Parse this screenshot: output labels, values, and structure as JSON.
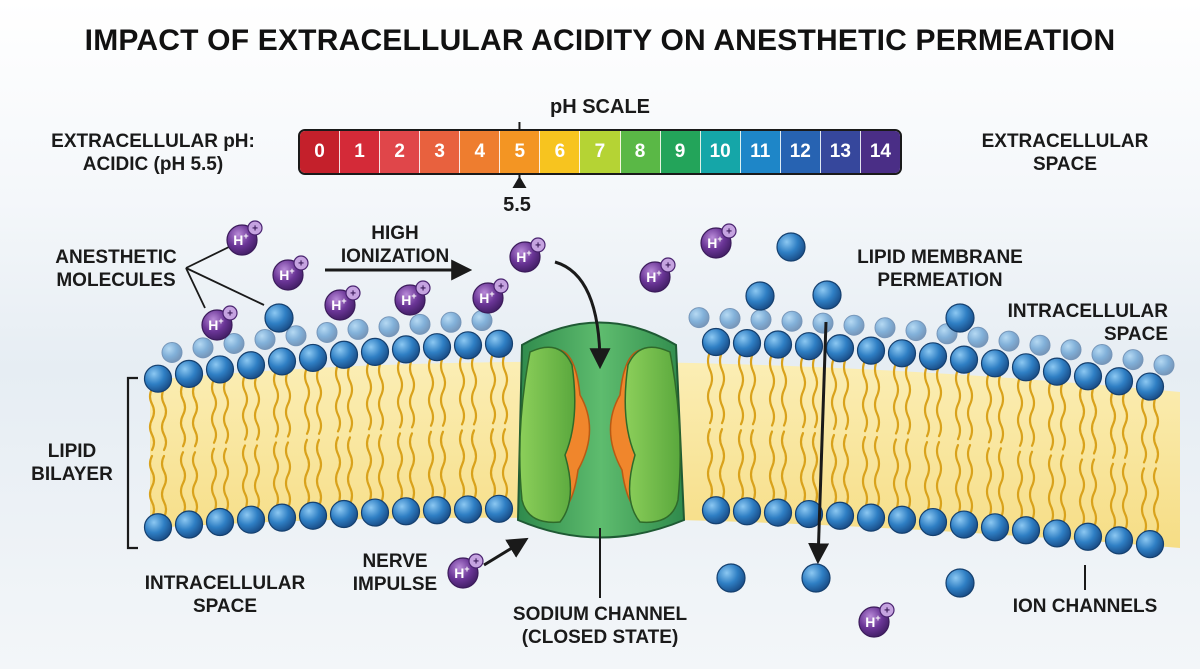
{
  "title": "IMPACT OF EXTRACELLULAR ACIDITY ON ANESTHETIC PERMEATION",
  "ph_scale": {
    "title": "pH SCALE",
    "values": [
      "0",
      "1",
      "2",
      "3",
      "4",
      "5",
      "6",
      "7",
      "8",
      "9",
      "10",
      "11",
      "12",
      "13",
      "14"
    ],
    "colors": [
      "#c4202b",
      "#d42a38",
      "#e0464a",
      "#e8613e",
      "#ee7d2f",
      "#f39523",
      "#f7c41f",
      "#b5d334",
      "#5ab846",
      "#23a45a",
      "#15a6a8",
      "#1e86c8",
      "#2763b2",
      "#36479c",
      "#4a2e86"
    ],
    "marker_value": 5.5,
    "marker_label": "5.5"
  },
  "labels": {
    "extracellular_ph": "EXTRACELLULAR pH:\nACIDIC (pH 5.5)",
    "extracellular_space": "EXTRACELLULAR\nSPACE",
    "anesthetic_molecules": "ANESTHETIC\nMOLECULES",
    "high_ionization": "HIGH\nIONIZATION",
    "lipid_membrane_permeation": "LIPID MEMBRANE\nPERMEATION",
    "intracellular_space_right": "INTRACELLULAR\nSPACE",
    "lipid_bilayer": "LIPID\nBILAYER",
    "nerve_impulse": "NERVE\nIMPULSE",
    "intracellular_space_left": "INTRACELLULAR\nSPACE",
    "sodium_channel": "SODIUM CHANNEL\n(CLOSED STATE)",
    "ion_channels": "ION CHANNELS"
  },
  "molecules": {
    "ion_label": "H",
    "ion_superscript": "+",
    "charge_symbol": "+"
  },
  "colors": {
    "ion_purple": "#6a3596",
    "neutral_blue": "#2f7fc4",
    "lipid_head": "#2f7fc4",
    "lipid_tail": "#e2b52b",
    "channel_green": "#4aa563",
    "channel_orange": "#f0862c"
  }
}
